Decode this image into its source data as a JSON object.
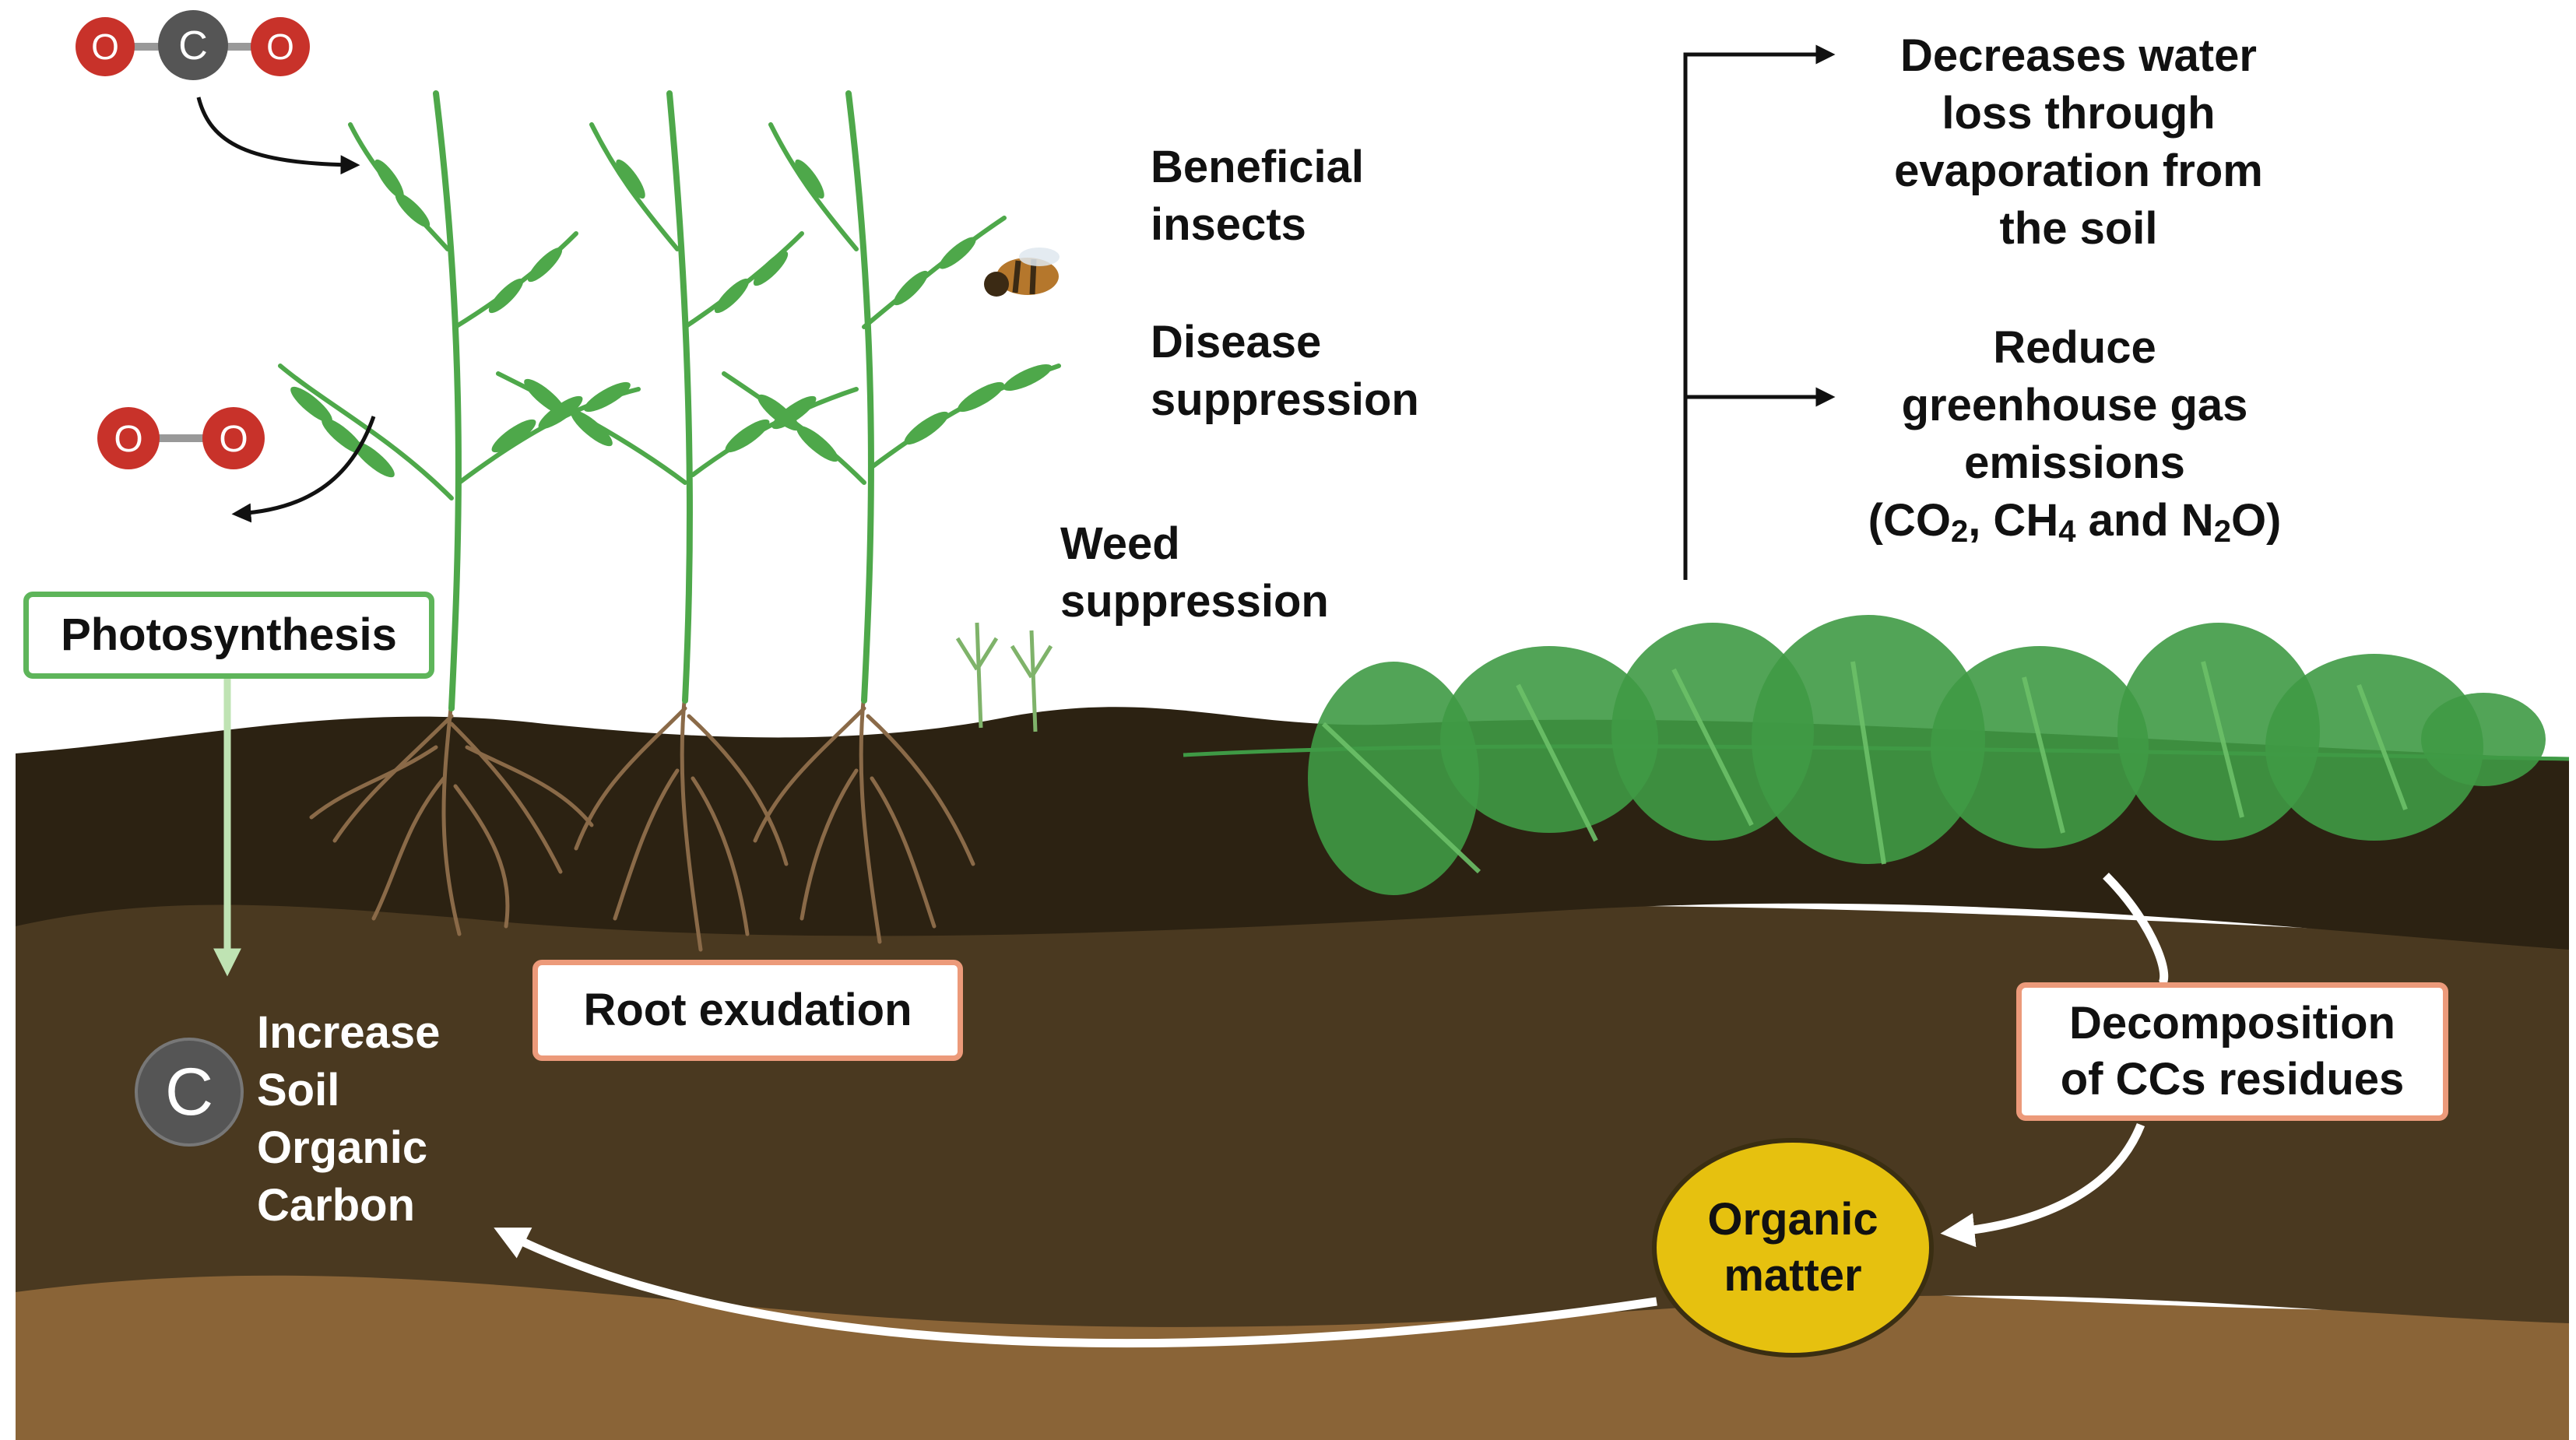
{
  "molecules": {
    "co2": {
      "atoms": [
        "O",
        "C",
        "O"
      ]
    },
    "o2": {
      "atoms": [
        "O",
        "O"
      ]
    },
    "carbon": {
      "atom": "C"
    }
  },
  "labels": {
    "photosynthesis": "Photosynthesis",
    "root_exudation": "Root exudation",
    "beneficial_insects": [
      "Beneficial",
      "insects"
    ],
    "disease_suppression": [
      "Disease",
      "suppression"
    ],
    "weed_suppression": [
      "Weed",
      "suppression"
    ],
    "water_loss": [
      "Decreases water",
      "loss through",
      "evaporation from",
      "the soil"
    ],
    "ghg": {
      "lines": [
        "Reduce",
        "greenhouse gas",
        "emissions"
      ],
      "formula": {
        "open": "(CO",
        "s1": "2",
        "m1": ", CH",
        "s2": "4",
        "m2": " and N",
        "s3": "2",
        "close": "O)"
      }
    },
    "soc": [
      "Increase",
      "Soil",
      "Organic",
      "Carbon"
    ],
    "decomposition": [
      "Decomposition",
      "of CCs residues"
    ],
    "organic_matter": [
      "Organic",
      "matter"
    ]
  },
  "colors": {
    "soil_top": "#2c2212",
    "soil_mid": "#4a3920",
    "soil_bottom": "#8a6437",
    "plant_green": "#4ea84a",
    "residue_green": "#3f9a45",
    "oxygen_red": "#c8322a",
    "carbon_gray": "#555555",
    "organic_matter_yellow": "#e6c10f",
    "photosynthesis_border": "#5eb55a",
    "orange_border": "#ec9a7a"
  },
  "icons": [
    "co2-molecule-icon",
    "o2-molecule-icon",
    "carbon-atom-icon",
    "bee-icon",
    "plant-icon",
    "weed-icon",
    "cover-crop-residue-icon"
  ]
}
